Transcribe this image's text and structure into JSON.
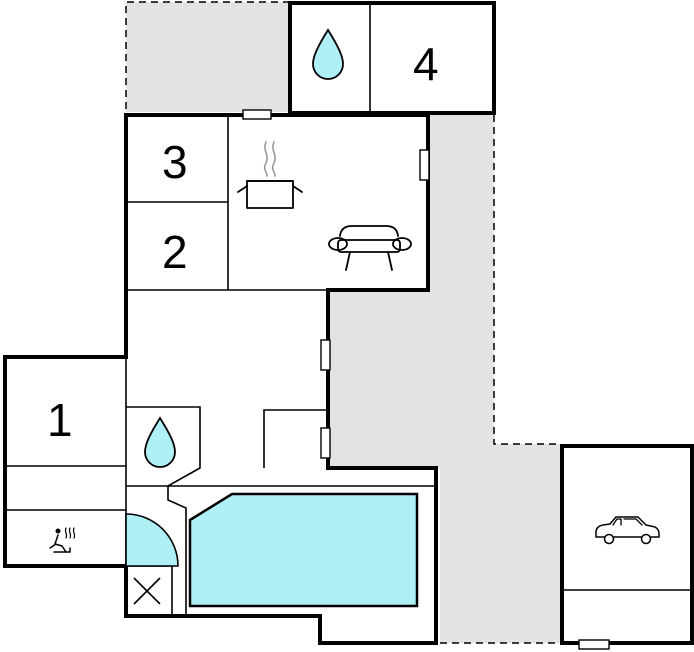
{
  "rooms": {
    "room_1": "1",
    "room_2": "2",
    "room_3": "3",
    "room_4": "4"
  },
  "icons": {
    "bathroom": "water-drop-icon",
    "kitchen": "cooking-pot-icon",
    "living": "sofa-icon",
    "sauna": "sauna-icon",
    "garage": "car-icon",
    "technical": "cross-box-icon",
    "pool": "pool"
  },
  "colors": {
    "outdoor_area": "#e3e3e3",
    "pool_water": "#aff0f7",
    "drop_fill": "#aff0f7",
    "wall": "#000000",
    "background": "#ffffff"
  }
}
